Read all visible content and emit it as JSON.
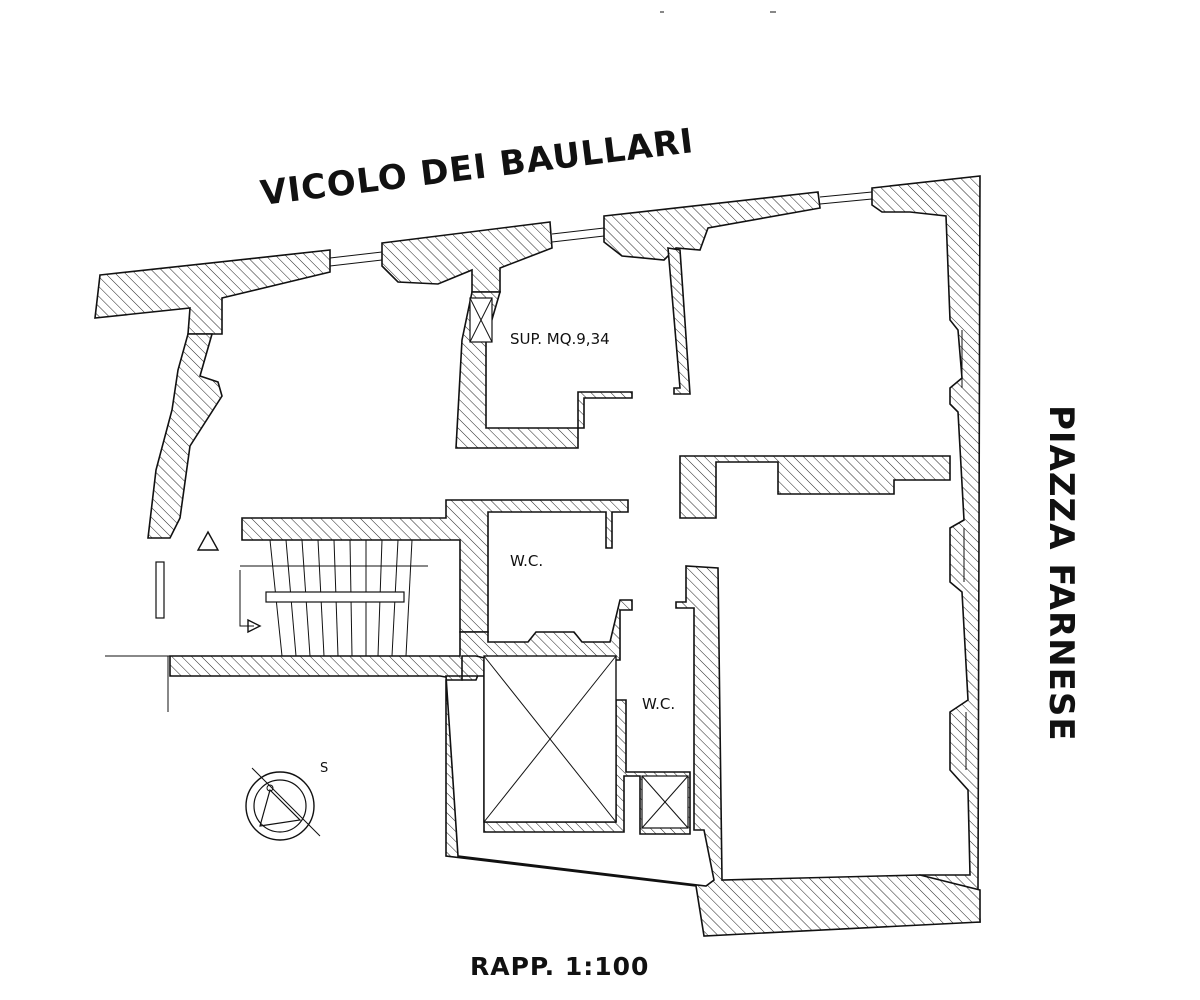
{
  "labels": {
    "street_north": "VICOLO DEI BAULLARI",
    "street_east": "PIAZZA FARNESE",
    "room_area": "SUP. MQ.9,34",
    "wc_1": "W.C.",
    "wc_2": "W.C.",
    "scale": "RAPP. 1:100",
    "compass_letter": "S"
  },
  "colors": {
    "line": "#111111",
    "background": "#ffffff"
  },
  "icons": {
    "stair_up": "triangle-icon",
    "stair_arrow": "arrow-right-icon",
    "compass": "compass-icon",
    "shaft": "void-cross-icon"
  }
}
